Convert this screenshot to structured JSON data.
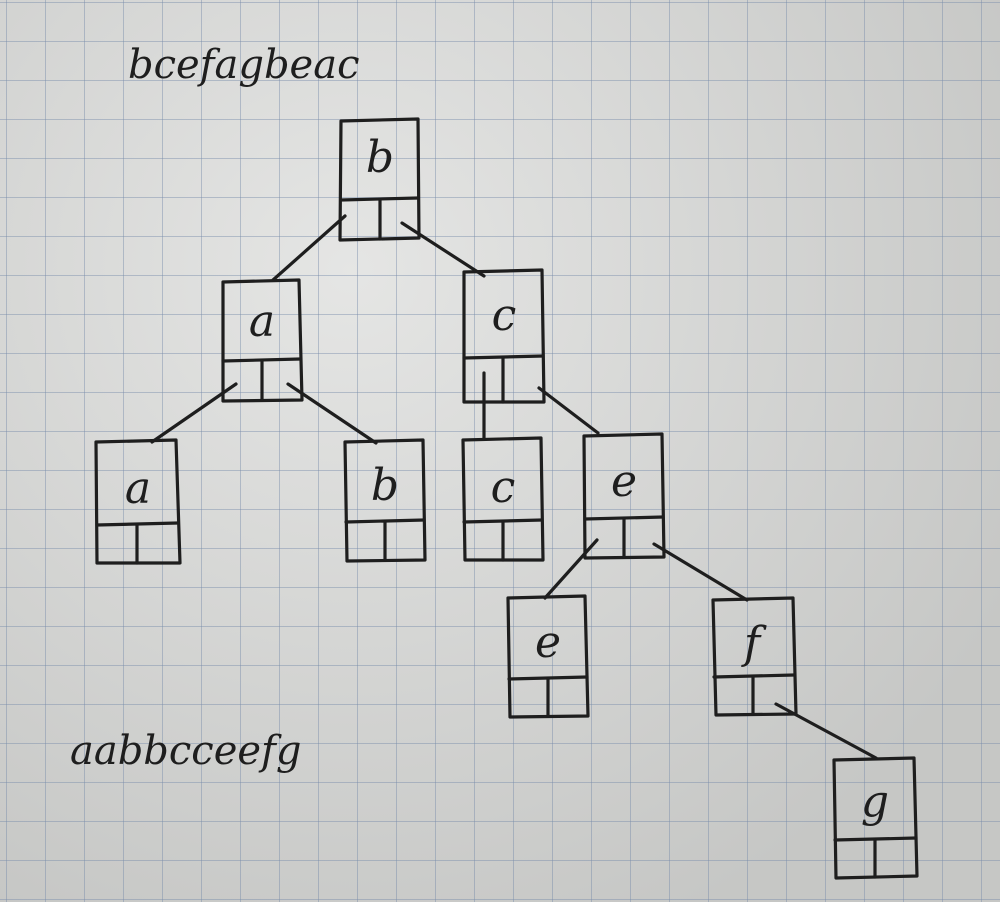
{
  "sequences": {
    "input": "bcefagbeac",
    "output": "aabbcceefg"
  },
  "tree": {
    "nodes": [
      {
        "id": "root",
        "key": "b"
      },
      {
        "id": "l",
        "key": "a"
      },
      {
        "id": "r",
        "key": "c"
      },
      {
        "id": "ll",
        "key": "a"
      },
      {
        "id": "lr",
        "key": "b"
      },
      {
        "id": "rl",
        "key": "c"
      },
      {
        "id": "rr",
        "key": "e"
      },
      {
        "id": "rrl",
        "key": "e"
      },
      {
        "id": "rrr",
        "key": "f"
      },
      {
        "id": "rrrr",
        "key": "g"
      }
    ]
  },
  "colors": {
    "ink": "#1e1e1e",
    "paper": "#d7d8d6",
    "grid": "#788caa"
  }
}
